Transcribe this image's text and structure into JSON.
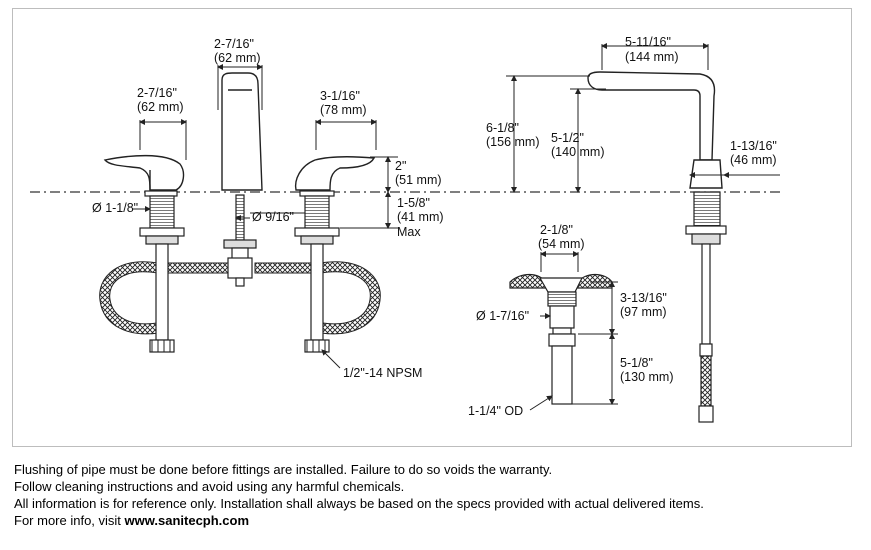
{
  "dimensions": {
    "left_handle_width": "2-7/16\"",
    "left_handle_width_mm": "(62 mm)",
    "spout_width": "2-7/16\"",
    "spout_width_mm": "(62 mm)",
    "right_handle_width": "3-1/16\"",
    "right_handle_width_mm": "(78 mm)",
    "handle_height": "2\"",
    "handle_height_mm": "(51 mm)",
    "shank_length": "1-5/8\"",
    "shank_length_mm": "(41 mm)",
    "shank_max": "Max",
    "shank_diameter": "Ø 1-1/8\"",
    "spout_shank_diameter": "Ø 9/16\"",
    "thread": "1/2\"-14 NPSM",
    "spout_reach": "5-11/16\"",
    "spout_reach_mm": "(144 mm)",
    "spout_height": "6-1/8\"",
    "spout_height_mm": "(156 mm)",
    "spout_clearance": "5-1/2\"",
    "spout_clearance_mm": "(140 mm)",
    "spout_base": "1-13/16\"",
    "spout_base_mm": "(46 mm)",
    "drain_flange": "2-1/8\"",
    "drain_flange_mm": "(54 mm)",
    "drain_diameter": "Ø 1-7/16\"",
    "drain_body": "3-13/16\"",
    "drain_body_mm": "(97 mm)",
    "tailpiece": "5-1/8\"",
    "tailpiece_mm": "(130 mm)",
    "tailpiece_od": "1-1/4\" OD"
  },
  "notes": {
    "line1": "Flushing of pipe must be done before fittings are installed. Failure to do so voids the warranty.",
    "line2": "Follow cleaning instructions and avoid using any harmful chemicals.",
    "line3": "All information is for reference only. Installation shall always be based on the specs provided with actual delivered items.",
    "line4_prefix": "For more info, visit ",
    "line4_link": "www.sanitecph.com"
  }
}
